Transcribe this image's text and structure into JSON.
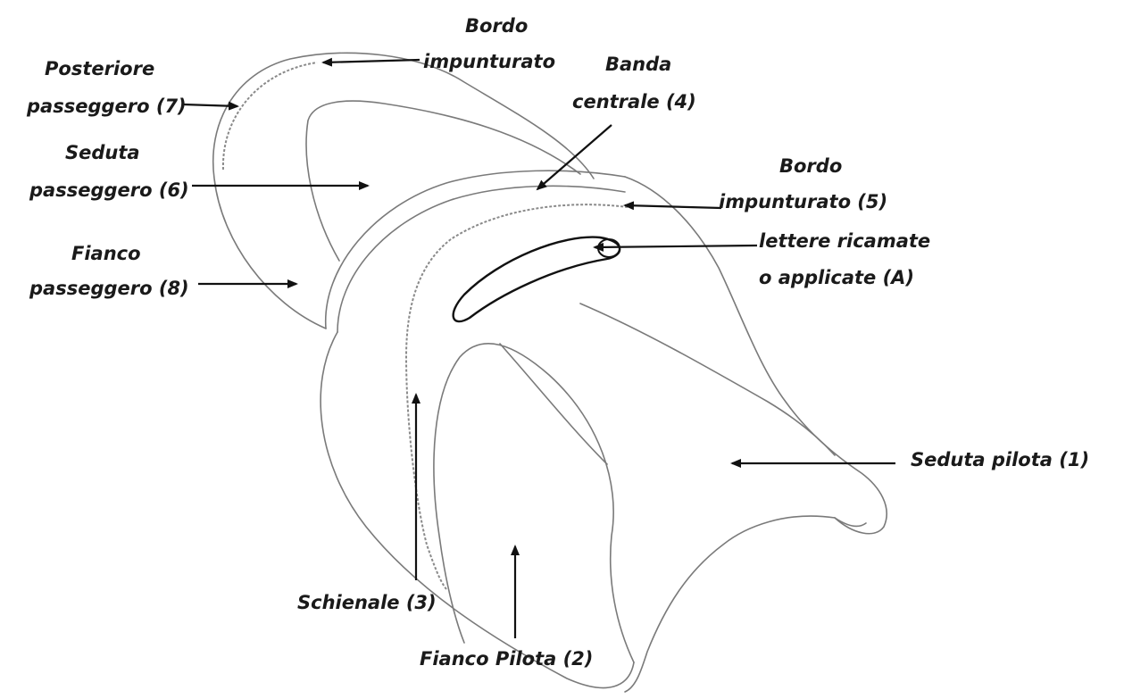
{
  "labels": {
    "bordo_top_line1": "Bordo",
    "bordo_top_line2": "impunturato",
    "posteriore_line1": "Posteriore",
    "posteriore_line2": "passeggero (7)",
    "banda_line1": "Banda",
    "banda_line2": "centrale (4)",
    "seduta_pass_line1": "Seduta",
    "seduta_pass_line2": "passeggero (6)",
    "bordo5_line1": "Bordo",
    "bordo5_line2": "impunturato (5)",
    "fianco_pass_line1": "Fianco",
    "fianco_pass_line2": "passeggero (8)",
    "lettere_line1": "lettere ricamate",
    "lettere_line2": "o applicate (A)",
    "seduta_pilota": "Seduta pilota (1)",
    "schienale": "Schienale (3)",
    "fianco_pilota": "Fianco Pilota (2)"
  }
}
